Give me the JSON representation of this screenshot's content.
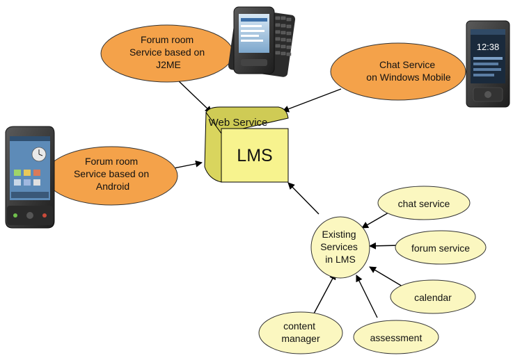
{
  "colors": {
    "orange_bubble": "#f4a24a",
    "yellow_bubble": "#fbf7c0",
    "cube_front": "#f7f38e",
    "cube_side": "#d9d55e",
    "arrow": "#000000"
  },
  "center": {
    "top_label": "Web Service",
    "label": "LMS"
  },
  "mobile_services": [
    {
      "lines": [
        "Forum room",
        "Service based on",
        "J2ME"
      ],
      "device": "qwerty-phone"
    },
    {
      "lines": [
        "Chat Service",
        "on Windows Mobile"
      ],
      "device": "windows-mobile-phone"
    },
    {
      "lines": [
        "Forum room",
        "Service based on",
        "Android"
      ],
      "device": "android-phone"
    }
  ],
  "phones": {
    "windows_mobile_time": "12:38"
  },
  "existing": {
    "lines": [
      "Existing",
      "Services",
      "in LMS"
    ]
  },
  "lms_services": [
    {
      "lines": [
        "chat service"
      ]
    },
    {
      "lines": [
        "forum service"
      ]
    },
    {
      "lines": [
        "calendar"
      ]
    },
    {
      "lines": [
        "assessment"
      ]
    },
    {
      "lines": [
        "content",
        "manager"
      ]
    }
  ]
}
